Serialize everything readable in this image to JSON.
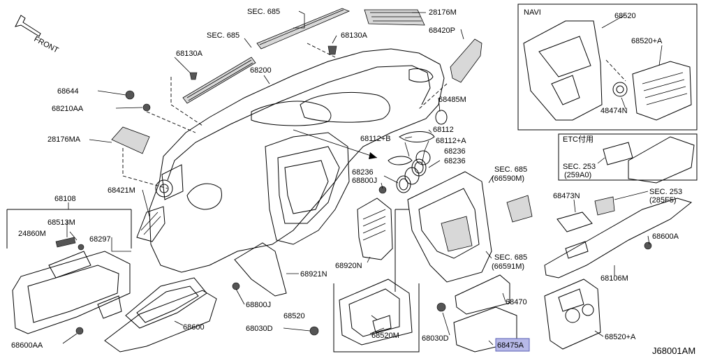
{
  "diagram": {
    "id": "J68001AM",
    "front_label": "FRONT",
    "navi_label": "NAVI",
    "etc_label": "ETC付用",
    "parts": {
      "sec685_top": "SEC. 685",
      "sec685_left": "SEC. 685",
      "p28176M": "28176M",
      "p68420P": "68420P",
      "p68130A_left": "68130A",
      "p68130A_right": "68130A",
      "p68200": "68200",
      "p68644": "68644",
      "p68210AA": "68210AA",
      "p68485M": "68485M",
      "p28176MA": "28176MA",
      "p68112B": "68112+B",
      "p68112": "68112",
      "p68112A": "68112+A",
      "p68236_a": "68236",
      "p68236_b": "68236",
      "p68236_c": "68236",
      "p68800J_top": "68800J",
      "p68421M": "68421M",
      "p68108": "68108",
      "p68513M": "68513M",
      "p24860M": "24860M",
      "p68297": "68297",
      "p68920N": "68920N",
      "p68921N": "68921N",
      "p68800J_bottom": "68800J",
      "p68600": "68600",
      "p68600AA": "68600AA",
      "p68030D_left": "68030D",
      "p68520": "68520",
      "p68520M": "68520M",
      "p68030D_right": "68030D",
      "p68470": "68470",
      "p68475A": "68475A",
      "p68520A_bottom": "68520+A",
      "sec685_66590M_a": "SEC. 685",
      "sec685_66590M_b": "(66590M)",
      "sec685_66591M_a": "SEC. 685",
      "sec685_66591M_b": "(66591M)",
      "p68520_navi": "68520",
      "p68520A_navi": "68520+A",
      "p48474N": "48474N",
      "sec253_259A0_a": "SEC. 253",
      "sec253_259A0_b": "(259A0)",
      "p68473N": "68473N",
      "sec253_285F5_a": "SEC. 253",
      "sec253_285F5_b": "(285F5)",
      "p68600A": "68600A",
      "p68106M": "68106M"
    }
  }
}
